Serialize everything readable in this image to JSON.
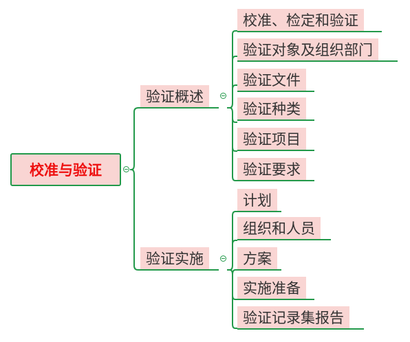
{
  "root": {
    "label": "校准与验证"
  },
  "branches": [
    {
      "label": "验证概述",
      "children": [
        "校准、检定和验证",
        "验证对象及组织部门",
        "验证文件",
        "验证种类",
        "验证项目",
        "验证要求"
      ]
    },
    {
      "label": "验证实施",
      "children": [
        "计划",
        "组织和人员",
        "方案",
        "实施准备",
        "验证记录集报告"
      ]
    }
  ],
  "colors": {
    "node_fill": "#f9d5d3",
    "line": "#22994a",
    "root_text": "#ee1111",
    "text": "#333333"
  }
}
